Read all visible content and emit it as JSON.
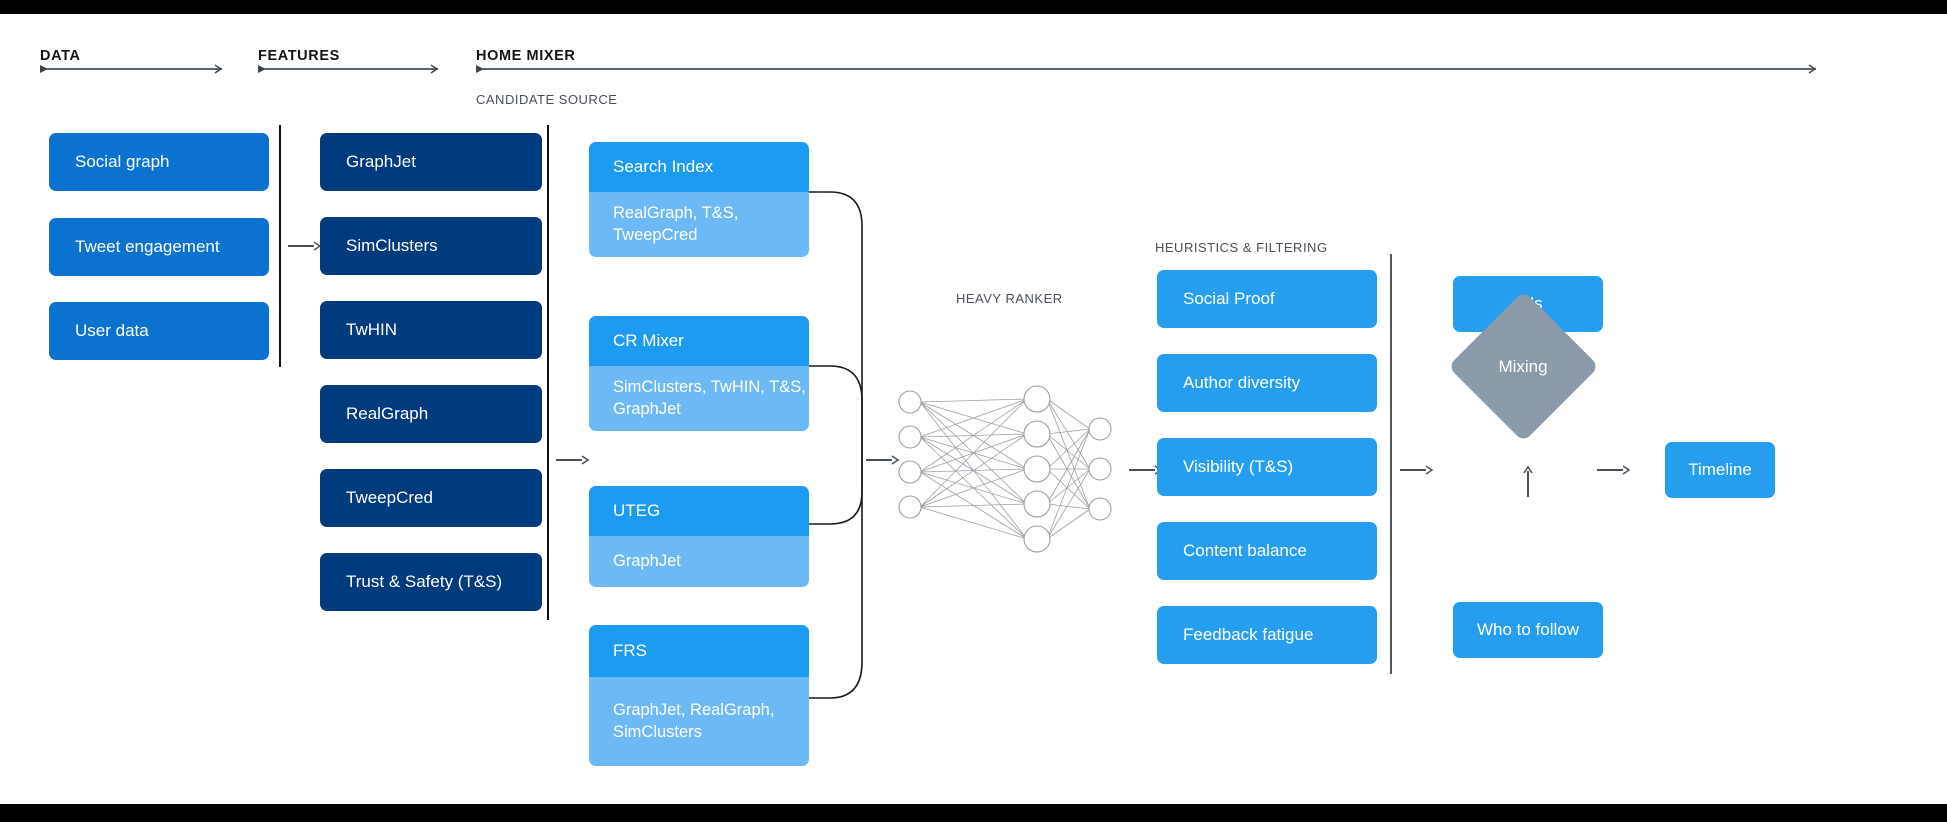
{
  "sections": {
    "data": {
      "title": "DATA"
    },
    "features": {
      "title": "FEATURES"
    },
    "home_mixer": {
      "title": "HOME MIXER"
    },
    "candidate_source": {
      "title": "CANDIDATE SOURCE"
    },
    "heavy_ranker": {
      "title": "HEAVY RANKER"
    },
    "heuristics": {
      "title": "HEURISTICS & FILTERING"
    }
  },
  "data_boxes": [
    {
      "label": "Social graph"
    },
    {
      "label": "Tweet engagement"
    },
    {
      "label": "User data"
    }
  ],
  "feature_boxes": [
    {
      "label": "GraphJet"
    },
    {
      "label": "SimClusters"
    },
    {
      "label": "TwHIN"
    },
    {
      "label": "RealGraph"
    },
    {
      "label": "TweepCred"
    },
    {
      "label": "Trust & Safety (T&S)"
    }
  ],
  "candidate_sources": [
    {
      "name": "Search Index",
      "features": "RealGraph, T&S, TweepCred"
    },
    {
      "name": "CR Mixer",
      "features": "SimClusters, TwHIN, T&S, GraphJet"
    },
    {
      "name": "UTEG",
      "features": "GraphJet"
    },
    {
      "name": "FRS",
      "features": "GraphJet, RealGraph, SimClusters"
    }
  ],
  "heuristic_boxes": [
    {
      "label": "Social Proof"
    },
    {
      "label": "Author diversity"
    },
    {
      "label": "Visibility (T&S)"
    },
    {
      "label": "Content balance"
    },
    {
      "label": "Feedback fatigue"
    }
  ],
  "output": {
    "ads": "Ads",
    "mixing": "Mixing",
    "who_to_follow": "Who to follow",
    "timeline": "Timeline"
  },
  "neural_net": {
    "input_nodes": 4,
    "hidden_nodes": 5,
    "output_nodes": 3
  },
  "colors": {
    "data_blue": "#0b72d0",
    "feature_navy": "#003b7e",
    "candidate_head": "#1d9bf0",
    "candidate_body": "#6cb9f5",
    "heuristic_blue": "#259ef0",
    "mixing_grey": "#8b9aa9",
    "divider": "#111111",
    "arrow": "#4a5058",
    "canvas": "#ffffff"
  }
}
